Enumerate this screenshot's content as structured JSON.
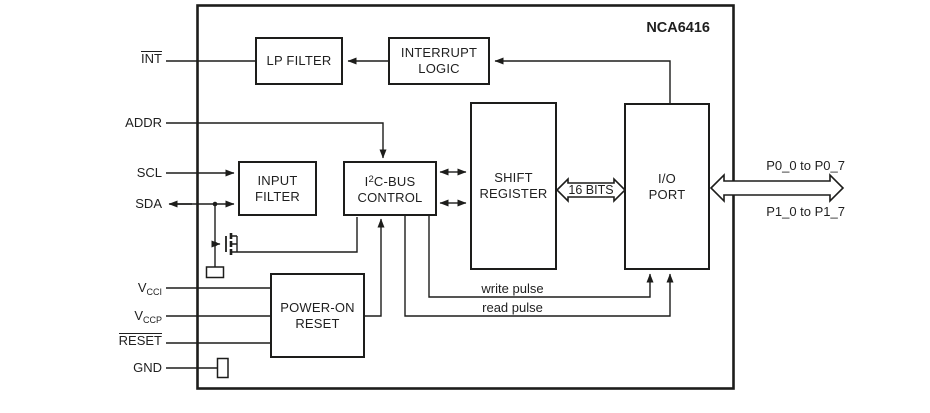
{
  "chip": {
    "name": "NCA6416"
  },
  "blocks": {
    "lp_filter": {
      "label": "LP FILTER"
    },
    "interrupt_logic": {
      "line1": "INTERRUPT",
      "line2": "LOGIC"
    },
    "input_filter": {
      "line1": "INPUT",
      "line2": "FILTER"
    },
    "i2c_bus_control": {
      "pre": "I",
      "sup": "2",
      "post": "C-BUS",
      "line2": "CONTROL"
    },
    "shift_register": {
      "line1": "SHIFT",
      "line2": "REGISTER"
    },
    "io_port": {
      "line1": "I/O",
      "line2": "PORT"
    },
    "power_on_reset": {
      "line1": "POWER-ON",
      "line2": "RESET"
    }
  },
  "pins": {
    "int": {
      "label": "INT"
    },
    "addr": {
      "label": "ADDR"
    },
    "scl": {
      "label": "SCL"
    },
    "sda": {
      "label": "SDA"
    },
    "vcci": {
      "base": "V",
      "sub": "CCI"
    },
    "vccp": {
      "base": "V",
      "sub": "CCP"
    },
    "reset": {
      "label": "RESET"
    },
    "gnd": {
      "label": "GND"
    }
  },
  "buses": {
    "internal": {
      "label": "16 BITS"
    },
    "port0": {
      "label": "P0_0 to P0_7"
    },
    "port1": {
      "label": "P1_0 to P1_7"
    }
  },
  "signals": {
    "write_pulse": "write pulse",
    "read_pulse": "read pulse"
  },
  "colors": {
    "line": "#1d1d1b",
    "text": "#1f1f1f",
    "background": "#ffffff"
  }
}
